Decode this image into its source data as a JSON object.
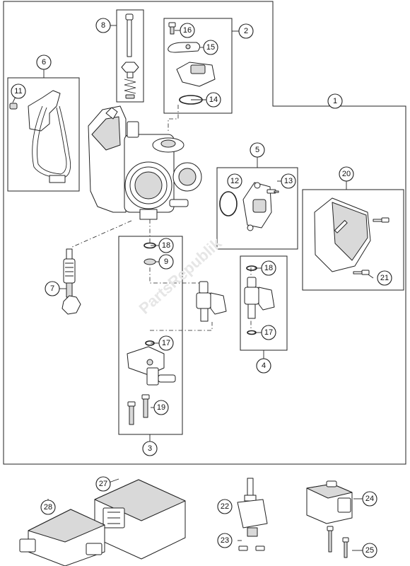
{
  "watermark": "PartsRepublik",
  "callouts": [
    {
      "id": "c1",
      "label": "1"
    },
    {
      "id": "c2",
      "label": "2"
    },
    {
      "id": "c3",
      "label": "3"
    },
    {
      "id": "c4",
      "label": "4"
    },
    {
      "id": "c5",
      "label": "5"
    },
    {
      "id": "c6",
      "label": "6"
    },
    {
      "id": "c7",
      "label": "7"
    },
    {
      "id": "c8",
      "label": "8"
    },
    {
      "id": "c9",
      "label": "9"
    },
    {
      "id": "c11",
      "label": "11"
    },
    {
      "id": "c12",
      "label": "12"
    },
    {
      "id": "c13",
      "label": "13"
    },
    {
      "id": "c14",
      "label": "14"
    },
    {
      "id": "c15",
      "label": "15"
    },
    {
      "id": "c16",
      "label": "16"
    },
    {
      "id": "c17a",
      "label": "17"
    },
    {
      "id": "c17b",
      "label": "17"
    },
    {
      "id": "c18a",
      "label": "18"
    },
    {
      "id": "c18b",
      "label": "18"
    },
    {
      "id": "c19",
      "label": "19"
    },
    {
      "id": "c20",
      "label": "20"
    },
    {
      "id": "c21",
      "label": "21"
    },
    {
      "id": "c22",
      "label": "22"
    },
    {
      "id": "c23",
      "label": "23"
    },
    {
      "id": "c24",
      "label": "24"
    },
    {
      "id": "c25",
      "label": "25"
    },
    {
      "id": "c27",
      "label": "27"
    },
    {
      "id": "c28",
      "label": "28"
    }
  ]
}
